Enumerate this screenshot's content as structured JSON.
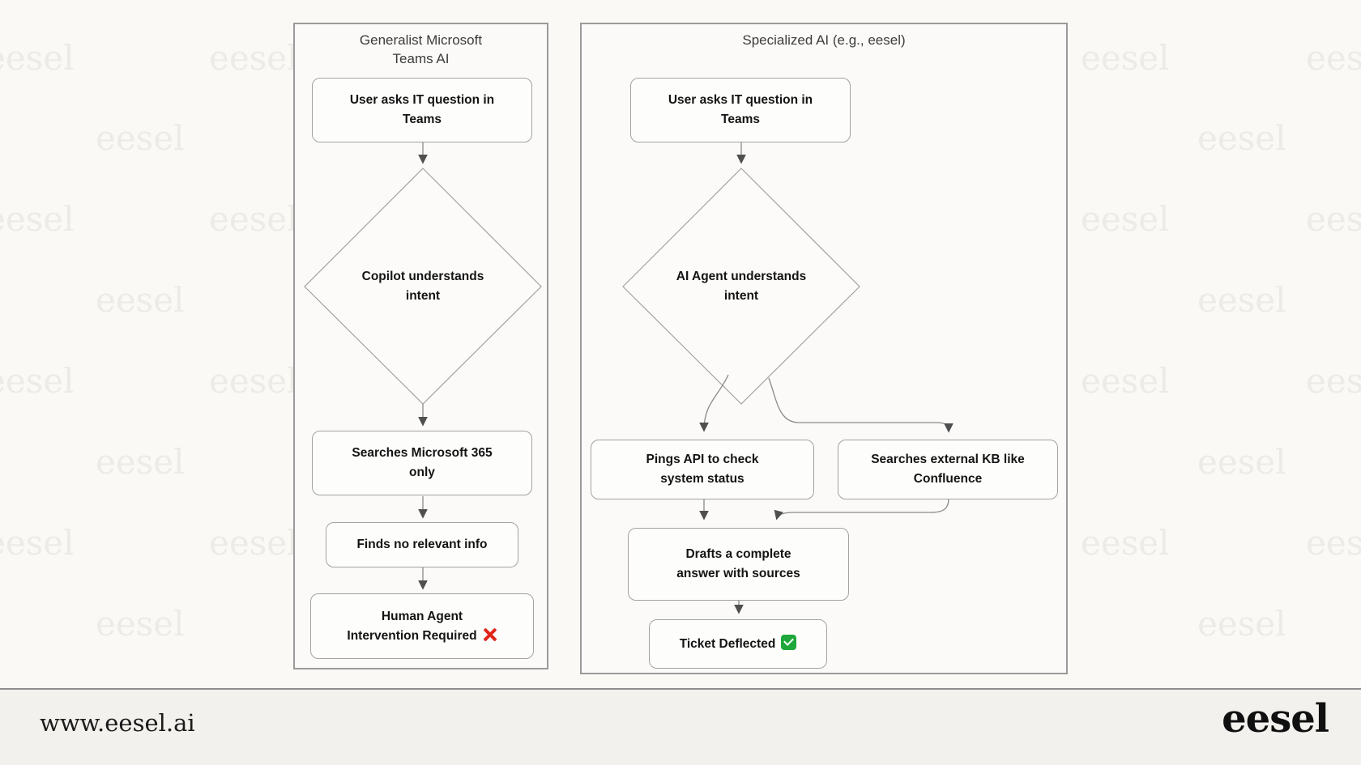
{
  "watermark": {
    "text": "eesel"
  },
  "left_panel": {
    "title_lines": [
      "Generalist Microsoft",
      "Teams AI"
    ],
    "nodes": {
      "start": {
        "lines": [
          "User asks IT question in",
          "Teams"
        ]
      },
      "decision": {
        "lines": [
          "Copilot understands",
          "intent"
        ]
      },
      "search": {
        "lines": [
          "Searches Microsoft 365",
          "only"
        ]
      },
      "no_info": {
        "lines": [
          "Finds no relevant info"
        ]
      },
      "outcome": {
        "lines": [
          "Human Agent",
          "Intervention Required"
        ],
        "icon": "cross-mark"
      }
    }
  },
  "right_panel": {
    "title_lines": [
      "Specialized AI (e.g., eesel)"
    ],
    "nodes": {
      "start": {
        "lines": [
          "User asks IT question in",
          "Teams"
        ]
      },
      "decision": {
        "lines": [
          "AI Agent understands",
          "intent"
        ]
      },
      "ping_api": {
        "lines": [
          "Pings API to check",
          "system status"
        ]
      },
      "search_kb": {
        "lines": [
          "Searches external KB like",
          "Confluence"
        ]
      },
      "draft": {
        "lines": [
          "Drafts a complete",
          "answer with sources"
        ]
      },
      "outcome": {
        "lines": [
          "Ticket Deflected"
        ],
        "icon": "check-mark"
      }
    }
  },
  "footer": {
    "url": "www.eesel.ai",
    "logo_text": "eesel"
  },
  "colors": {
    "background": "#faf9f6",
    "panel_border": "#9a9a9a",
    "node_border": "#a2a2a2",
    "arrow": "#8a8a8a",
    "arrowhead": "#4f4f4f",
    "watermark": "#edebe7",
    "footer_background": "#f2f1ed",
    "cross_red": "#df261b",
    "check_green": "#1ea83b"
  }
}
